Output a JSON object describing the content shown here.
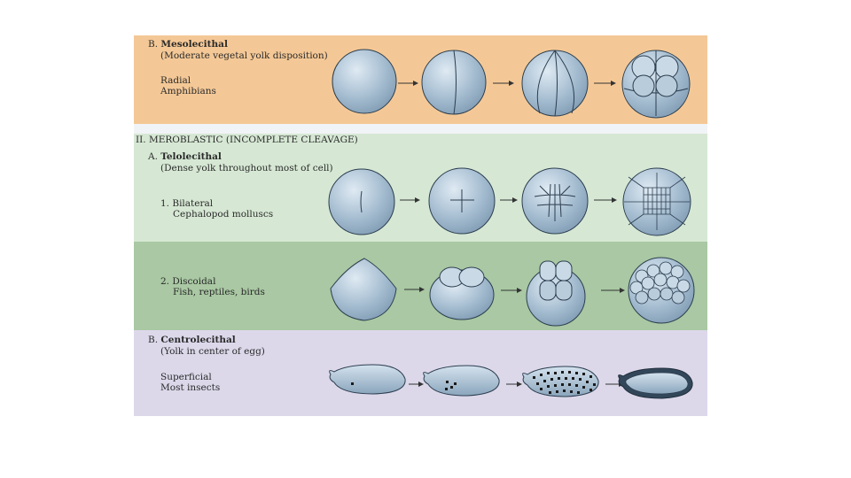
{
  "colors": {
    "mesolecithal_band": "#f4c896",
    "telolecithal_band": "#d6e8d4",
    "discoidal_band": "#a9c8a3",
    "centrolecithal_band": "#dcd8ea",
    "cell_fill": "#9fb7cc",
    "cell_stroke": "#2c3e4f"
  },
  "mesolecithal": {
    "heading_letter": "B.",
    "heading": "Mesolecithal",
    "subtitle": "(Moderate vegetal yolk disposition)",
    "type": "Radial",
    "organisms": "Amphibians"
  },
  "meroblastic": {
    "heading": "II. MEROBLASTIC (INCOMPLETE CLEAVAGE)"
  },
  "telolecithal": {
    "heading_letter": "A.",
    "heading": "Telolecithal",
    "subtitle": "(Dense yolk throughout most of cell)",
    "type": "1. Bilateral",
    "organisms": "Cephalopod molluscs"
  },
  "discoidal": {
    "type": "2. Discoidal",
    "organisms": "Fish, reptiles, birds"
  },
  "centrolecithal": {
    "heading_letter": "B.",
    "heading": "Centrolecithal",
    "subtitle": "(Yolk in center of egg)",
    "type": "Superficial",
    "organisms": "Most insects"
  }
}
